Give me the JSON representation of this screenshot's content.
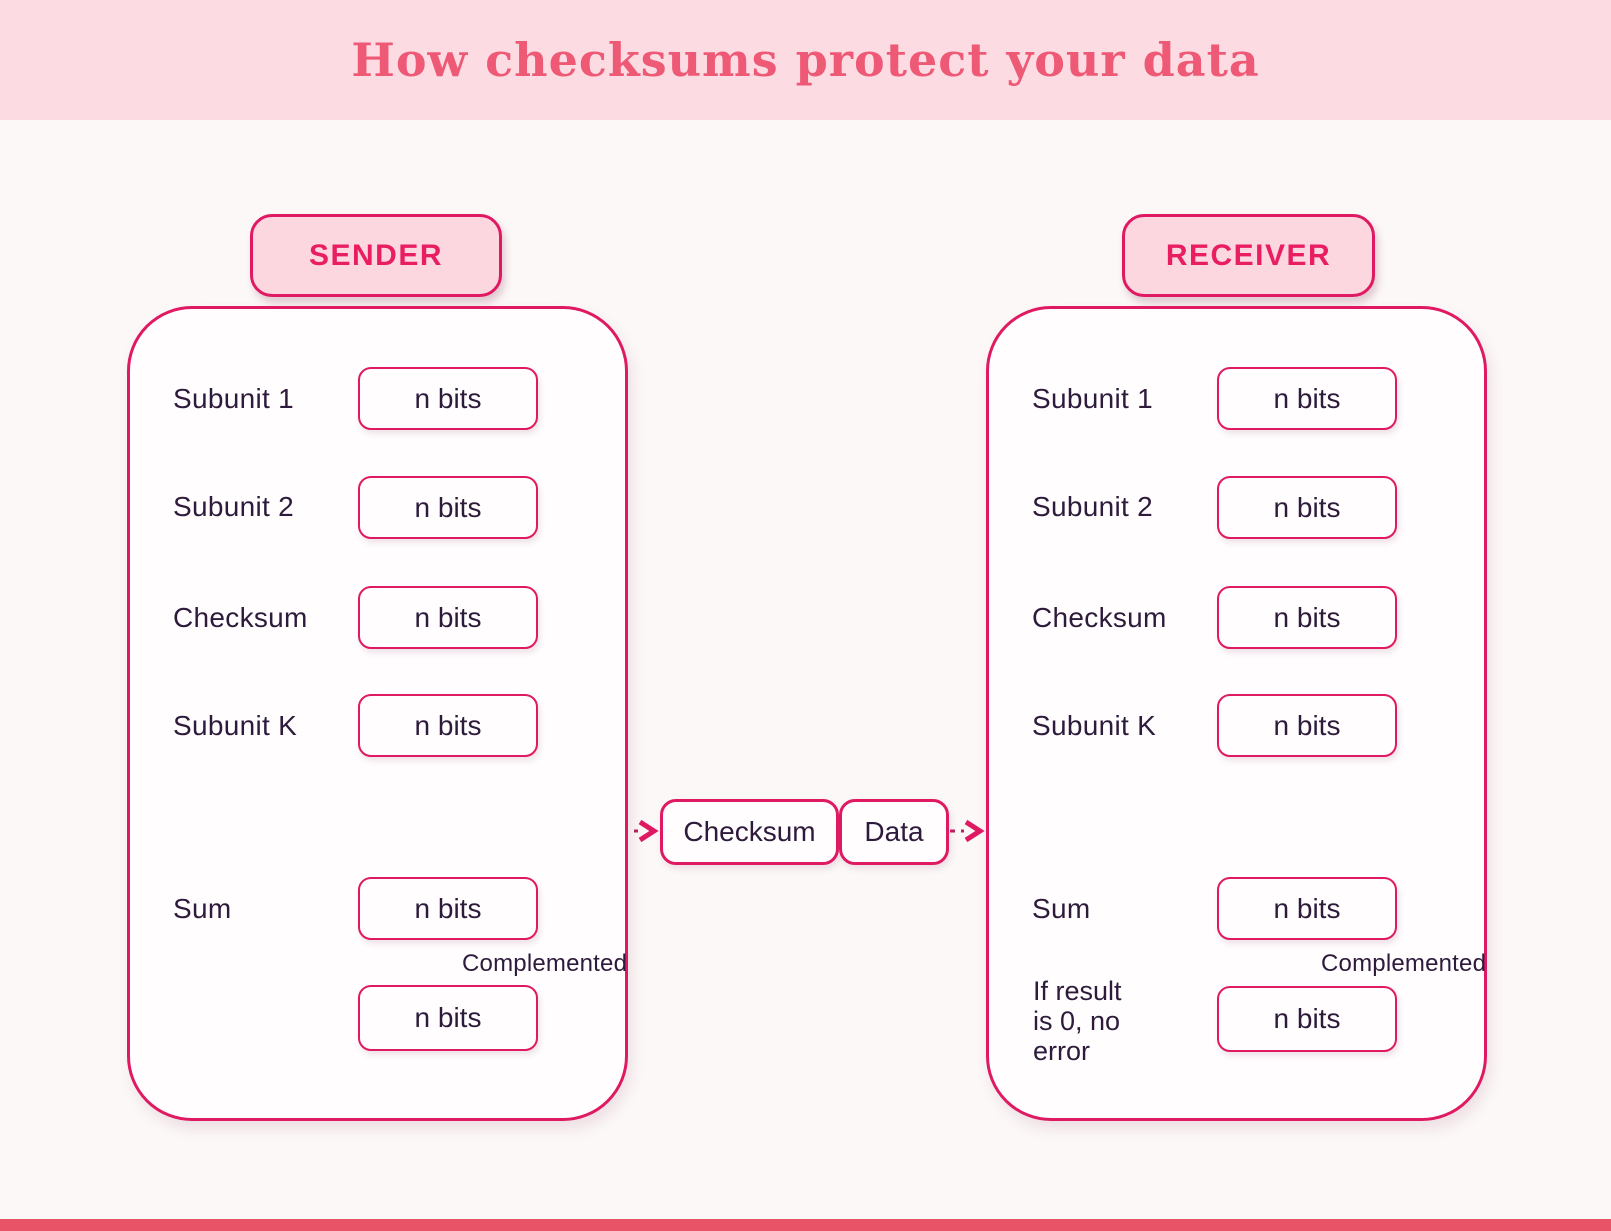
{
  "title": "How checksums protect your data",
  "colors": {
    "accent": "#e01a62",
    "dash": "#bc1f5e",
    "banner_bg": "#fcdbe3",
    "title": "#ee5a76",
    "dark_text": "#2e1b3c",
    "badge_bg": "#fcd7e0",
    "badge_text": "#e91e62",
    "bottom_bar": "#e95368",
    "page_bg": "#fcf8f8",
    "box_fill": "#fffdfe"
  },
  "sender": {
    "badge": "SENDER",
    "rows": [
      {
        "label": "Subunit 1",
        "value": "n bits"
      },
      {
        "label": "Subunit 2",
        "value": "n bits"
      },
      {
        "label": "Checksum",
        "value": "n bits"
      },
      {
        "label": "Subunit K",
        "value": "n bits"
      }
    ],
    "sum": {
      "label": "Sum",
      "value": "n bits"
    },
    "complement_label": "Complemented",
    "complement_value": "n bits"
  },
  "receiver": {
    "badge": "RECEIVER",
    "rows": [
      {
        "label": "Subunit 1",
        "value": "n bits"
      },
      {
        "label": "Subunit 2",
        "value": "n bits"
      },
      {
        "label": "Checksum",
        "value": "n bits"
      },
      {
        "label": "Subunit K",
        "value": "n bits"
      }
    ],
    "sum": {
      "label": "Sum",
      "value": "n bits"
    },
    "complement_label": "Complemented",
    "complement_value": "n bits",
    "result_note": "If result is 0, no error"
  },
  "transmission": {
    "checksum_label": "Checksum",
    "data_label": "Data"
  }
}
